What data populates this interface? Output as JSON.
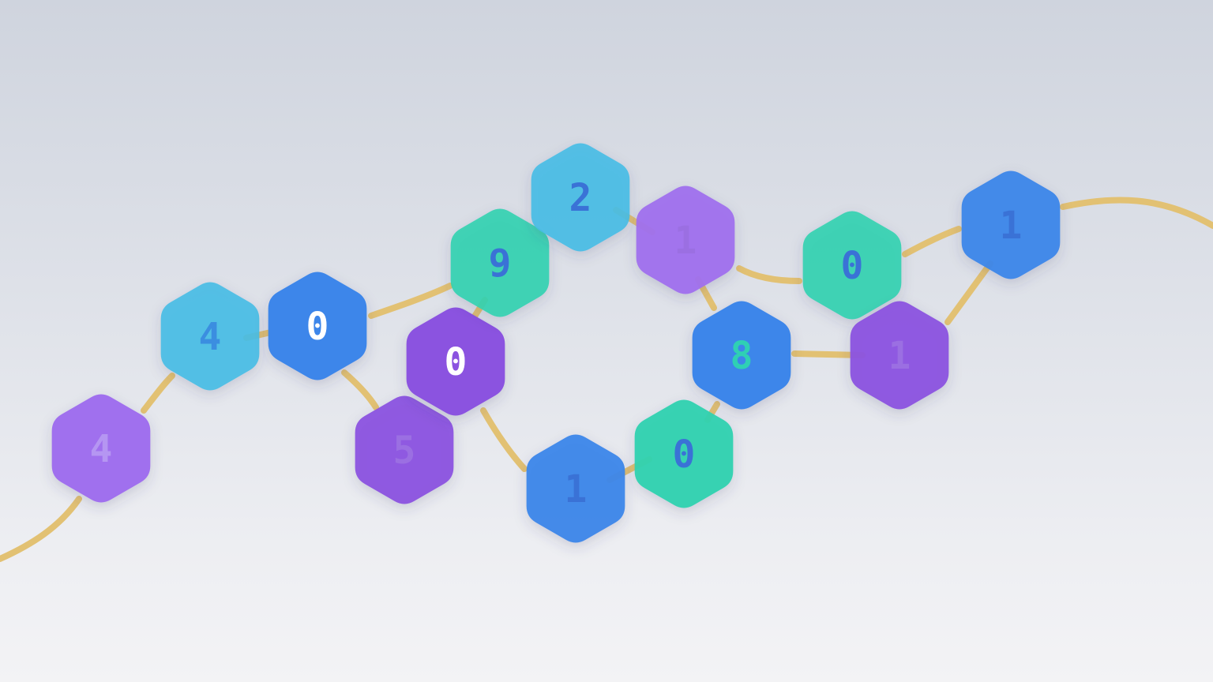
{
  "colors": {
    "cyan": "#46bde6",
    "blue": "#3d86ea",
    "purple": "#8b52e0",
    "violet": "#a070ee",
    "green": "#30d2b0",
    "connector": "#e2c173",
    "label_light": "#ffffff",
    "label_muted_purple": "#b596f2",
    "label_blue": "#3a72d6",
    "label_violet": "#9b6fe2",
    "label_teal": "#2fd0b4",
    "label_cyan_blue": "#3b8ee0"
  },
  "nodes": [
    {
      "id": "n4a",
      "label": "4",
      "color": "violet",
      "label_color": "label_muted_purple"
    },
    {
      "id": "n4b",
      "label": "4",
      "color": "cyan",
      "label_color": "label_cyan_blue"
    },
    {
      "id": "n0a",
      "label": "0",
      "color": "blue",
      "label_color": "label_light"
    },
    {
      "id": "n5",
      "label": "5",
      "color": "purple",
      "label_color": "label_violet"
    },
    {
      "id": "n0b",
      "label": "0",
      "color": "purple",
      "label_color": "label_light"
    },
    {
      "id": "n9",
      "label": "9",
      "color": "green",
      "label_color": "label_blue"
    },
    {
      "id": "n2",
      "label": "2",
      "color": "cyan",
      "label_color": "label_blue"
    },
    {
      "id": "n1a",
      "label": "1",
      "color": "violet",
      "label_color": "label_violet"
    },
    {
      "id": "n8",
      "label": "8",
      "color": "blue",
      "label_color": "label_teal"
    },
    {
      "id": "n0c",
      "label": "0",
      "color": "green",
      "label_color": "label_blue"
    },
    {
      "id": "n1b",
      "label": "1",
      "color": "blue",
      "label_color": "label_blue"
    },
    {
      "id": "n0d",
      "label": "0",
      "color": "green",
      "label_color": "label_blue"
    },
    {
      "id": "n1c",
      "label": "1",
      "color": "purple",
      "label_color": "label_violet"
    },
    {
      "id": "n1d",
      "label": "1",
      "color": "blue",
      "label_color": "label_blue"
    }
  ]
}
